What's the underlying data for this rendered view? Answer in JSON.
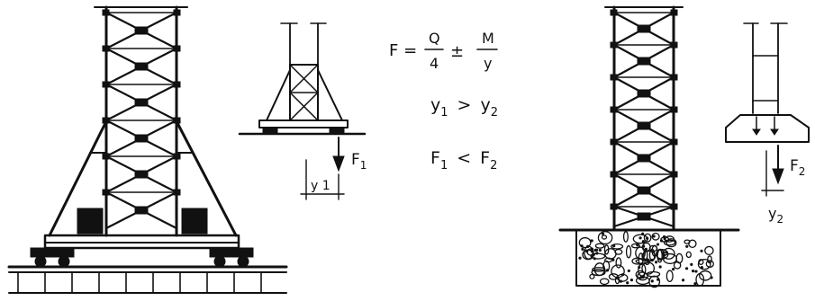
{
  "formula": {
    "lhs": "F =",
    "q_num": "Q",
    "q_den": "4",
    "pm": "±",
    "m_num": "M",
    "m_den": "y"
  },
  "relation1": {
    "a": "y",
    "a_sub": "1",
    "op": ">",
    "b": "y",
    "b_sub": "2"
  },
  "relation2": {
    "a": "F",
    "a_sub": "1",
    "op": "<",
    "b": "F",
    "b_sub": "2"
  },
  "left_detail": {
    "force": "F",
    "force_sub": "1",
    "dist": "y 1"
  },
  "right_detail": {
    "force": "F",
    "force_sub": "2",
    "dist": "y",
    "dist_sub": "2"
  }
}
